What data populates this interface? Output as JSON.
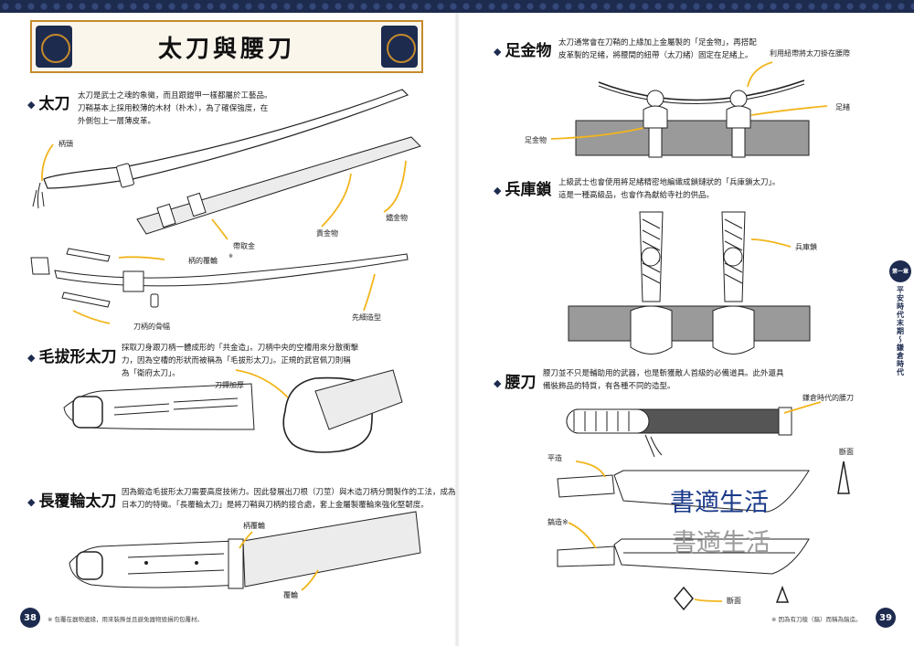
{
  "title": "太刀與腰刀",
  "sections": {
    "tachi": {
      "heading": "太刀",
      "text": [
        "太刀是武士之魂的象徵，而且跟鎧甲一樣都屬於工藝品。",
        "刀鞘基本上採用較薄的木材（朴木），為了確保強度，在",
        "外側包上一層薄皮革。"
      ],
      "labels": {
        "tsuka": "柄頭",
        "obitori": "帶取金",
        "semegane": "責金物",
        "ishizuki": "鐺金物",
        "tsukaowa": "柄的覆輪",
        "tsukahone": "刀柄的骨幅",
        "sakibosozukuri": "先細造型"
      },
      "ring_mark": "※"
    },
    "kenukigata": {
      "heading": "毛拔形太刀",
      "text": [
        "採取刀身跟刀柄一體成形的「共金造」。刀柄中央的空槽用來分散衝擊",
        "力，因為空槽的形狀而被稱為「毛拔形太刀」。正規的武官佩刀則稱",
        "為「衛府太刀」。"
      ],
      "labels": {
        "habakikaatsu": "刀鐔加厚"
      }
    },
    "nagafukurin": {
      "heading": "長覆輪太刀",
      "text": [
        "因為鍛造毛拔形太刀需要高度技術力。因此發展出刀根（刀莖）與木造刀柄分開製作的工法，成為",
        "日本刀的特徵。「長覆輪太刀」是將刀鞘與刀柄的接合處，套上金屬製覆輪來強化堅韌度。"
      ],
      "labels": {
        "tsukaowa": "柄覆輪",
        "fukurin": "覆輪"
      }
    },
    "ashikanamono": {
      "heading": "足金物",
      "text": [
        "太刀通常會在刀鞘的上緣加上金屬製的「足金物」，再搭配",
        "皮革製的足緒，將腰間的紐帶（太刀緒）固定在足緒上。"
      ],
      "labels": {
        "himo": "利用紐帶將太刀掛在腰際",
        "ashio": "足緒",
        "ashikanamono": "足金物"
      }
    },
    "hyogogusari": {
      "heading": "兵庫鎖",
      "text": [
        "上級武士也會使用將足緒精密地編織成鎖鏈狀的「兵庫鎖太刀」。",
        "這是一種高級品，也會作為獻給寺社的供品。"
      ],
      "labels": {
        "hyogogusari": "兵庫鎖"
      }
    },
    "koshigatana": {
      "heading": "腰刀",
      "text": [
        "腰刀並不只是輔助用的武器，也是斬獲敵人首級的必備道具。此外還具",
        "備裝飾品的特質，有各種不同的造型。"
      ],
      "labels": {
        "kamakura": "鎌倉時代的腰刀",
        "danmen1": "斷面",
        "hirazukuri": "平造",
        "shinogi": "鎬造※",
        "danmen2": "斷面"
      }
    }
  },
  "footer": {
    "left_page": "38",
    "right_page": "39",
    "left_note": "※ 包覆在器物邊緣，用來裝飾並且避免器物毀損的包覆材。",
    "right_note": "※ 因為有刀稜（鎬）而稱為鎬造。"
  },
  "chapter": {
    "badge": "第一章",
    "title": "平安時代末期～鎌倉時代"
  },
  "watermark": "書適生活",
  "colors": {
    "navy": "#1d2b4f",
    "gold": "#c48a2c",
    "callout": "#f2b51c"
  }
}
